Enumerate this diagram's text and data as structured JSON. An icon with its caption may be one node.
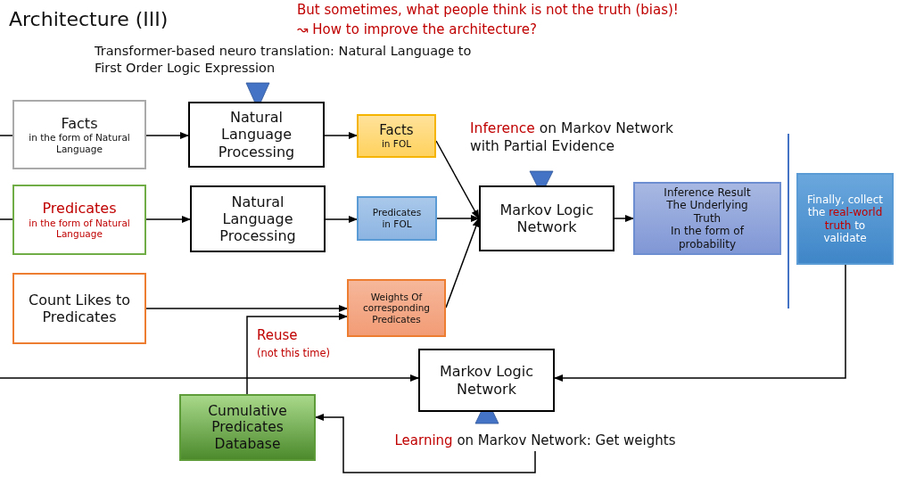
{
  "diagram": {
    "title": "Architecture (III)",
    "nodes": [
      {
        "text": [
          "Facts",
          "in the form of Natural Language"
        ]
      },
      {
        "text": [
          "Predicates",
          "in the form of Natural Language"
        ]
      },
      {
        "text": [
          "Count Likes to Predicates"
        ]
      },
      {
        "text": [
          "Natural Language Processing"
        ]
      },
      {
        "text": [
          "Natural Language Processing"
        ]
      },
      {
        "text": [
          "Facts",
          "in FOL"
        ]
      },
      {
        "text": [
          "Predicates in FOL"
        ]
      },
      {
        "text": [
          "Weights Of corresponding Predicates"
        ]
      },
      {
        "text": [
          "Markov Logic Network"
        ]
      },
      {
        "text": [
          "Inference Result",
          "The Underlying Truth",
          "In the form of probability"
        ]
      },
      {
        "text": [
          "Finally, collect the",
          "real-world truth",
          "to validate"
        ]
      },
      {
        "text": [
          "Markov Logic Network"
        ]
      },
      {
        "text": [
          "Cumulative Predicates Database"
        ]
      },
      {
        "text": [
          "Learning",
          "on Markov Network: Get weights"
        ]
      }
    ],
    "edges": [
      {
        "from": null,
        "to": 0,
        "arrow": "none"
      },
      {
        "from": null,
        "to": 1,
        "arrow": "none"
      },
      {
        "from": 0,
        "to": 3,
        "arrow": "to"
      },
      {
        "from": 1,
        "to": 4,
        "arrow": "to"
      },
      {
        "from": 3,
        "to": 5,
        "arrow": "to"
      },
      {
        "from": 4,
        "to": 6,
        "arrow": "to"
      },
      {
        "from": 2,
        "to": 7,
        "arrow": "to"
      },
      {
        "from": 12,
        "to": 7,
        "arrow": "to"
      },
      {
        "from": 5,
        "to": 8,
        "arrow": "to"
      },
      {
        "from": 6,
        "to": 8,
        "arrow": "to"
      },
      {
        "from": 7,
        "to": 8,
        "arrow": "to"
      },
      {
        "from": 8,
        "to": 9,
        "arrow": "to"
      },
      {
        "from": 10,
        "to": 11,
        "arrow": "to"
      },
      {
        "from": null,
        "to": 11,
        "arrow": "to"
      },
      {
        "from": 13,
        "to": 12,
        "arrow": "to"
      }
    ],
    "labels": [
      "But sometimes, what people think is not the truth (bias)!",
      "↝ How to improve the architecture?",
      "Transformer-based neuro translation: Natural Language to First Order Logic Expression",
      "Inference",
      "on Markov Network with Partial Evidence",
      "Reuse",
      "(not this time)"
    ]
  }
}
